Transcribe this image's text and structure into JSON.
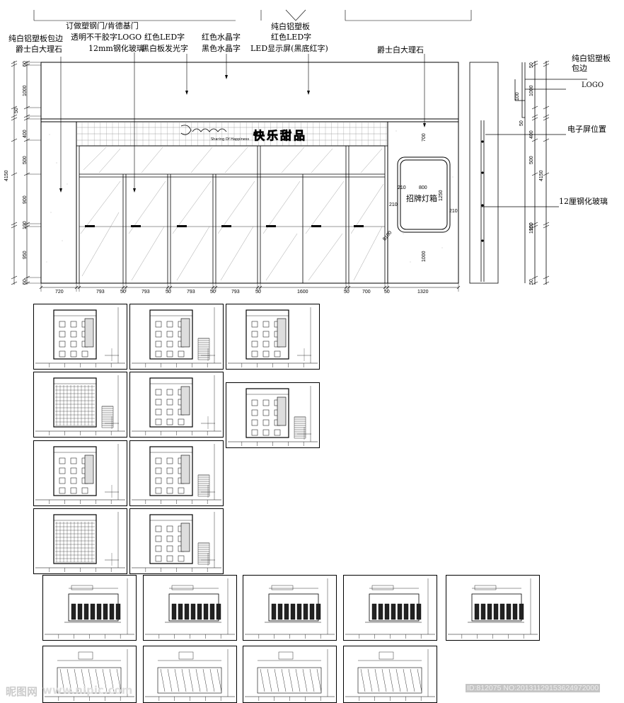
{
  "elevation": {
    "notes_top": [
      "纯白铝塑板包边",
      "爵士白大理石",
      "订做塑钢门/肯德基门",
      "透明不干胶字LOGO",
      "12mm钢化玻璃",
      "红色LED字",
      "黑白板发光字",
      "红色水晶字",
      "黑色水晶字",
      "纯白铝塑板",
      "红色LED字",
      "LED显示屏(黑底红字)",
      "爵士白大理石"
    ],
    "sign_chars": "快乐甜品",
    "sign_logo_sub": "Sharing Of Happiness",
    "lightbox_label": "招牌灯箱",
    "lightbox_dims": [
      "800",
      "1250",
      "210",
      "210",
      "8100",
      "700",
      "1000",
      "210"
    ],
    "vertical_dims_left": [
      "50",
      "1000",
      "50",
      "400",
      "500",
      "900",
      "100",
      "950",
      "50",
      "4150"
    ],
    "horizontal_dims": [
      "720",
      "793",
      "50",
      "793",
      "50",
      "793",
      "50",
      "793",
      "50",
      "1600",
      "50",
      "700",
      "50",
      "1320"
    ],
    "side_labels": [
      "纯白铝塑板",
      "包边",
      "LOGO",
      "电子屏位置",
      "12厘钢化玻璃"
    ],
    "side_dims": [
      "100",
      "50",
      "400",
      "500",
      "4150",
      "1950",
      "1000",
      "50",
      "100",
      "50"
    ]
  },
  "watermarks": {
    "left": "昵图网",
    "url": "www.nipic.com",
    "right": "ID:812075 NO:20131129153624972000"
  }
}
